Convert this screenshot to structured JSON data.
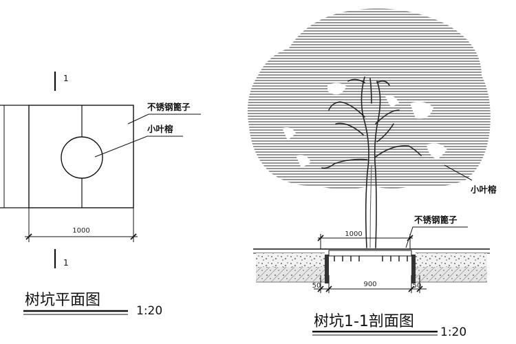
{
  "plan_view": {
    "section_mark_top": "1",
    "section_mark_bottom": "1",
    "grate_label": "不锈钢篦子",
    "tree_label": "小叶榕",
    "width_dim": "1000",
    "title": "树坑平面图",
    "scale": "1:20"
  },
  "section_view": {
    "tree_label": "小叶榕",
    "grate_label": "不锈钢篦子",
    "top_dim": "1000",
    "pit_dim": "900",
    "left_offset_dim": "50",
    "right_offset_dim": "50",
    "title": "树坑1-1剖面图",
    "scale": "1:20"
  }
}
